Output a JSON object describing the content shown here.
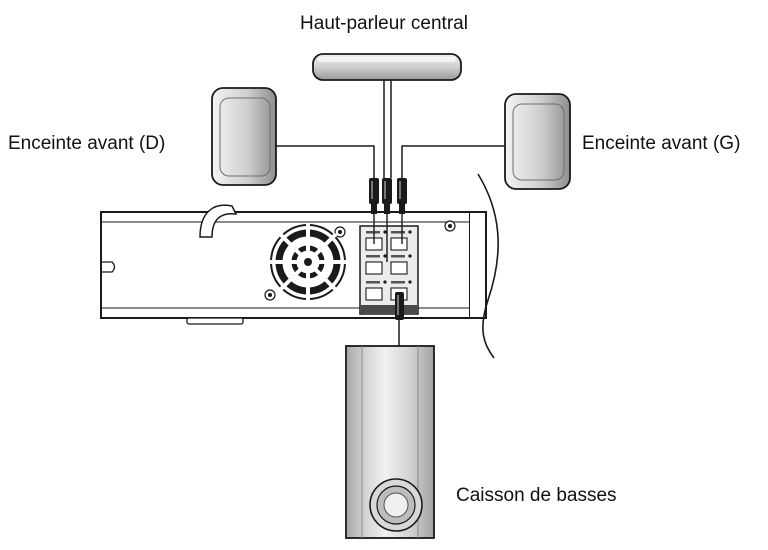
{
  "labels": {
    "center_speaker": "Haut-parleur central",
    "front_right": "Enceinte avant (D)",
    "front_left": "Enceinte avant (G)",
    "subwoofer": "Caisson de basses"
  },
  "colors": {
    "outline": "#1a1a1a",
    "speaker_light": "#f0f0f0",
    "speaker_mid": "#cfcfcf",
    "speaker_dark": "#9a9a9a",
    "panel": "#e6e6e6"
  }
}
